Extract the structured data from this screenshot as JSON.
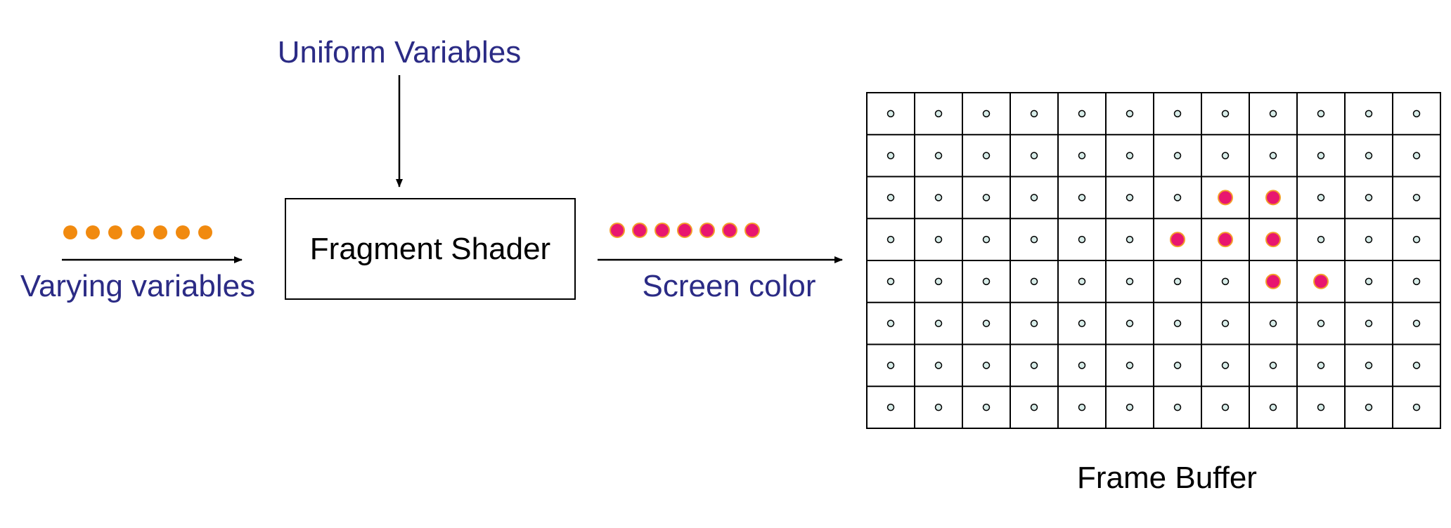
{
  "labels": {
    "uniform": "Uniform Variables",
    "shader": "Fragment Shader",
    "varying": "Varying variables",
    "screen_color": "Screen color",
    "frame_buffer": "Frame Buffer"
  },
  "colors": {
    "label_blue": "#2b2b85",
    "black": "#000000",
    "input_dot": "#f18a0f",
    "output_dot_fill": "#e8166f",
    "output_dot_stroke": "#f39c2a",
    "pixel_dot_fill": "#d7ece8"
  },
  "input_dots": {
    "count": 7
  },
  "output_dots": {
    "count": 7
  },
  "frame_buffer": {
    "rows": 8,
    "cols": 12,
    "lit_pixels": [
      [
        2,
        7
      ],
      [
        2,
        8
      ],
      [
        3,
        6
      ],
      [
        3,
        7
      ],
      [
        3,
        8
      ],
      [
        4,
        8
      ],
      [
        4,
        9
      ]
    ]
  }
}
